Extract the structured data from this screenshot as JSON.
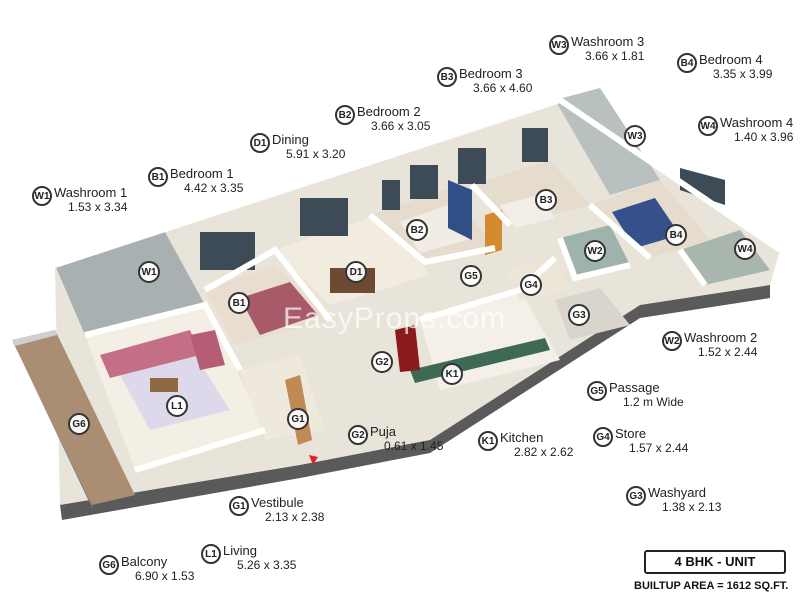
{
  "legend": [
    {
      "code": "W3",
      "name": "Washroom 3",
      "dims": "3.66 x 1.81"
    },
    {
      "code": "B4",
      "name": "Bedroom 4",
      "dims": "3.35 x 3.99"
    },
    {
      "code": "B3",
      "name": "Bedroom 3",
      "dims": "3.66 x 4.60"
    },
    {
      "code": "W4",
      "name": "Washroom 4",
      "dims": "1.40 x 3.96"
    },
    {
      "code": "B2",
      "name": "Bedroom 2",
      "dims": "3.66 x 3.05"
    },
    {
      "code": "D1",
      "name": "Dining",
      "dims": "5.91 x 3.20"
    },
    {
      "code": "B1",
      "name": "Bedroom 1",
      "dims": "4.42 x 3.35"
    },
    {
      "code": "W1",
      "name": "Washroom 1",
      "dims": "1.53 x 3.34"
    },
    {
      "code": "W2",
      "name": "Washroom 2",
      "dims": "1.52 x 2.44"
    },
    {
      "code": "G5",
      "name": "Passage",
      "dims": "1.2 m Wide"
    },
    {
      "code": "G4",
      "name": "Store",
      "dims": "1.57 x 2.44"
    },
    {
      "code": "G2",
      "name": "Puja",
      "dims": "0.61 x 1.45"
    },
    {
      "code": "K1",
      "name": "Kitchen",
      "dims": "2.82 x 2.62"
    },
    {
      "code": "G3",
      "name": "Washyard",
      "dims": "1.38 x 2.13"
    },
    {
      "code": "G1",
      "name": "Vestibule",
      "dims": "2.13 x 2.38"
    },
    {
      "code": "G6",
      "name": "Balcony",
      "dims": "6.90 x 1.53"
    },
    {
      "code": "L1",
      "name": "Living",
      "dims": "5.26 x 3.35"
    }
  ],
  "plan_tags": [
    "W1",
    "B1",
    "D1",
    "B2",
    "B3",
    "W3",
    "W2",
    "B4",
    "W4",
    "G5",
    "G4",
    "G3",
    "K1",
    "G2",
    "G1",
    "L1",
    "G6"
  ],
  "unit_label": "4 BHK - UNIT",
  "builtup_area": "BUILTUP AREA = 1612 SQ.FT.",
  "watermark": "EasyProps.com"
}
